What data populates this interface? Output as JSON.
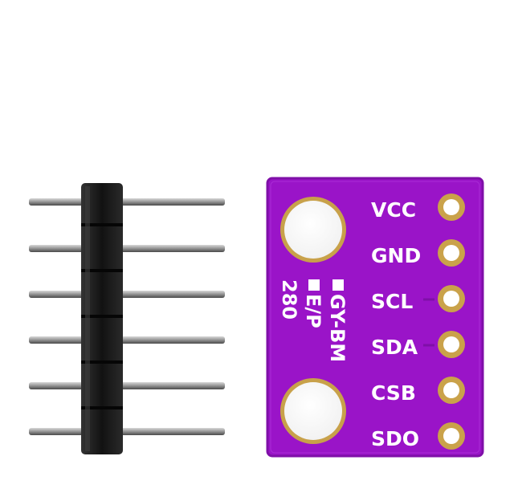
{
  "product": {
    "board_text_line1": "GY-BM",
    "board_text_line2": "E/P",
    "board_text_line3": "280",
    "pins": [
      {
        "label": "VCC"
      },
      {
        "label": "GND"
      },
      {
        "label": "SCL"
      },
      {
        "label": "SDA"
      },
      {
        "label": "CSB"
      },
      {
        "label": "SDO"
      }
    ],
    "colors": {
      "pcb": "#9a14c8",
      "pcb_edge": "#7f0fa8",
      "silkscreen": "#ffffff",
      "pad_gold": "#caa24a",
      "header_plastic": "#1b1b1b",
      "header_pin": "#8a8a8a"
    }
  }
}
